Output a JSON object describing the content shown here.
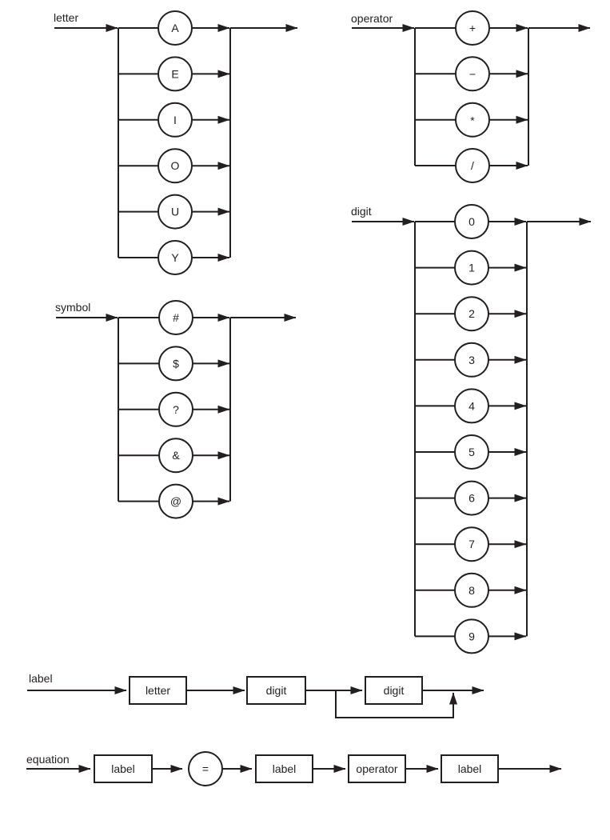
{
  "canvas": {
    "ink_color": "#231f20",
    "background_color": "#ffffff"
  },
  "diagrams": {
    "letter": {
      "title": "letter",
      "options": [
        "A",
        "E",
        "I",
        "O",
        "U",
        "Y"
      ]
    },
    "operator": {
      "title": "operator",
      "options": [
        "+",
        "−",
        "*",
        "/"
      ]
    },
    "symbol": {
      "title": "symbol",
      "options": [
        "#",
        "$",
        "?",
        "&",
        "@"
      ]
    },
    "digit": {
      "title": "digit",
      "options": [
        "0",
        "1",
        "2",
        "3",
        "4",
        "5",
        "6",
        "7",
        "8",
        "9"
      ]
    },
    "label": {
      "title": "label",
      "sequence": [
        "letter",
        "digit",
        "digit"
      ]
    },
    "equation": {
      "title": "equation",
      "sequence": [
        "label",
        "=",
        "label",
        "operator",
        "label"
      ]
    }
  }
}
